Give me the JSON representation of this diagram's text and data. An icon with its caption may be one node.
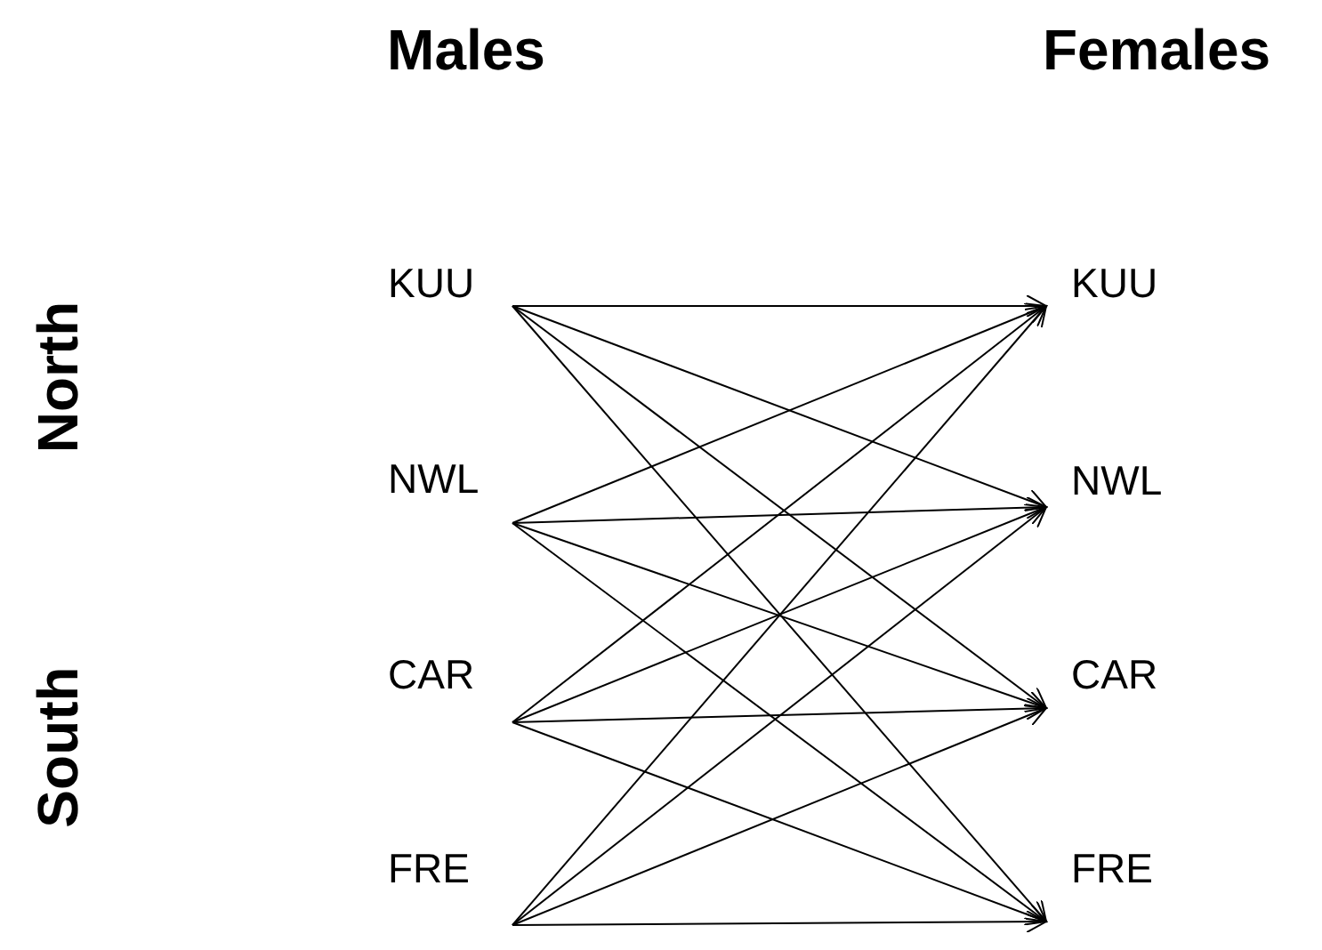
{
  "diagram": {
    "nodes": [
      {
        "text": [
          "KUU"
        ]
      },
      {
        "text": [
          "NWL"
        ]
      },
      {
        "text": [
          "CAR"
        ]
      },
      {
        "text": [
          "FRE"
        ]
      },
      {
        "text": [
          "KUU"
        ]
      },
      {
        "text": [
          "NWL"
        ]
      },
      {
        "text": [
          "CAR"
        ]
      },
      {
        "text": [
          "FRE"
        ]
      }
    ],
    "edges": [
      {
        "from": 0,
        "to": 4,
        "arrow": "to"
      },
      {
        "from": 0,
        "to": 5,
        "arrow": "to"
      },
      {
        "from": 0,
        "to": 6,
        "arrow": "to"
      },
      {
        "from": 0,
        "to": 7,
        "arrow": "to"
      },
      {
        "from": 1,
        "to": 4,
        "arrow": "to"
      },
      {
        "from": 1,
        "to": 5,
        "arrow": "to"
      },
      {
        "from": 1,
        "to": 6,
        "arrow": "to"
      },
      {
        "from": 1,
        "to": 7,
        "arrow": "to"
      },
      {
        "from": 2,
        "to": 4,
        "arrow": "to"
      },
      {
        "from": 2,
        "to": 5,
        "arrow": "to"
      },
      {
        "from": 2,
        "to": 6,
        "arrow": "to"
      },
      {
        "from": 2,
        "to": 7,
        "arrow": "to"
      },
      {
        "from": 3,
        "to": 4,
        "arrow": "to"
      },
      {
        "from": 3,
        "to": 5,
        "arrow": "to"
      },
      {
        "from": 3,
        "to": 6,
        "arrow": "to"
      },
      {
        "from": 3,
        "to": 7,
        "arrow": "to"
      }
    ],
    "labels": [
      "Males",
      "Females",
      "North",
      "South"
    ]
  }
}
